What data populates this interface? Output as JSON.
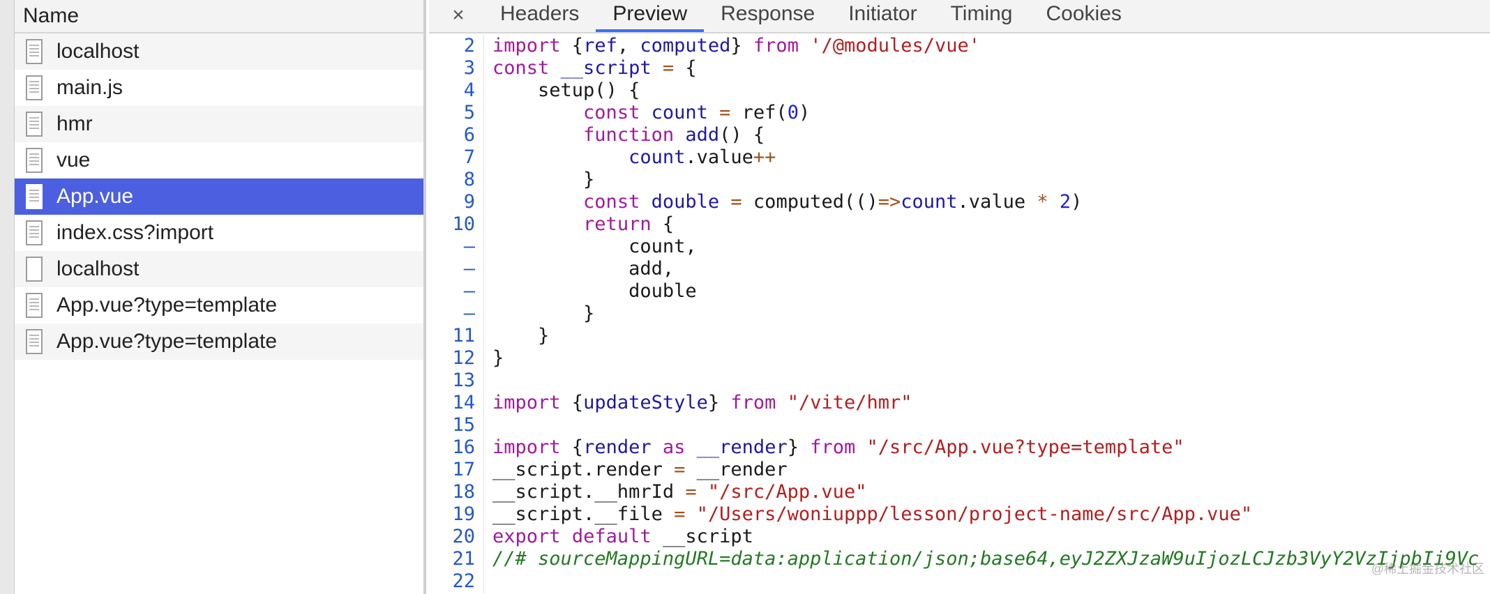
{
  "left_panel": {
    "column_header": "Name",
    "requests": [
      {
        "name": "localhost",
        "icon": "document-icon"
      },
      {
        "name": "main.js",
        "icon": "document-icon"
      },
      {
        "name": "hmr",
        "icon": "document-icon"
      },
      {
        "name": "vue",
        "icon": "document-icon"
      },
      {
        "name": "App.vue",
        "icon": "document-icon",
        "selected": true
      },
      {
        "name": "index.css?import",
        "icon": "document-icon"
      },
      {
        "name": "localhost",
        "icon": "blank-document-icon"
      },
      {
        "name": "App.vue?type=template",
        "icon": "document-icon"
      },
      {
        "name": "App.vue?type=template",
        "icon": "document-icon"
      }
    ]
  },
  "tabs": {
    "close": "×",
    "items": [
      "Headers",
      "Preview",
      "Response",
      "Initiator",
      "Timing",
      "Cookies"
    ],
    "active": "Preview"
  },
  "code": {
    "line_numbers": [
      "2",
      "3",
      "4",
      "5",
      "6",
      "7",
      "8",
      "9",
      "10",
      "–",
      "–",
      "–",
      "–",
      "11",
      "12",
      "13",
      "14",
      "15",
      "16",
      "17",
      "18",
      "19",
      "20",
      "21",
      "22"
    ],
    "lines": [
      [
        [
          "kw",
          "import"
        ],
        [
          "p",
          " {"
        ],
        [
          "id",
          "ref"
        ],
        [
          "p",
          ", "
        ],
        [
          "id",
          "computed"
        ],
        [
          "p",
          "} "
        ],
        [
          "kw",
          "from"
        ],
        [
          "p",
          " "
        ],
        [
          "str",
          "'/@modules/vue'"
        ]
      ],
      [
        [
          "kw",
          "const"
        ],
        [
          "p",
          " "
        ],
        [
          "id",
          "__script"
        ],
        [
          "p",
          " "
        ],
        [
          "op",
          "="
        ],
        [
          "p",
          " {"
        ]
      ],
      [
        [
          "p",
          "    setup() {"
        ]
      ],
      [
        [
          "p",
          "        "
        ],
        [
          "kw",
          "const"
        ],
        [
          "p",
          " "
        ],
        [
          "id",
          "count"
        ],
        [
          "p",
          " "
        ],
        [
          "op",
          "="
        ],
        [
          "p",
          " ref("
        ],
        [
          "num",
          "0"
        ],
        [
          "p",
          ")"
        ]
      ],
      [
        [
          "p",
          "        "
        ],
        [
          "kw",
          "function"
        ],
        [
          "p",
          " "
        ],
        [
          "id",
          "add"
        ],
        [
          "p",
          "() {"
        ]
      ],
      [
        [
          "p",
          "            "
        ],
        [
          "id",
          "count"
        ],
        [
          "p",
          ".value"
        ],
        [
          "op",
          "++"
        ]
      ],
      [
        [
          "p",
          "        }"
        ]
      ],
      [
        [
          "p",
          "        "
        ],
        [
          "kw",
          "const"
        ],
        [
          "p",
          " "
        ],
        [
          "id",
          "double"
        ],
        [
          "p",
          " "
        ],
        [
          "op",
          "="
        ],
        [
          "p",
          " computed(()"
        ],
        [
          "op",
          "=>"
        ],
        [
          "id",
          "count"
        ],
        [
          "p",
          ".value "
        ],
        [
          "op",
          "*"
        ],
        [
          "p",
          " "
        ],
        [
          "num",
          "2"
        ],
        [
          "p",
          ")"
        ]
      ],
      [
        [
          "p",
          "        "
        ],
        [
          "kw",
          "return"
        ],
        [
          "p",
          " {"
        ]
      ],
      [
        [
          "p",
          "            count,"
        ]
      ],
      [
        [
          "p",
          "            add,"
        ]
      ],
      [
        [
          "p",
          "            double"
        ]
      ],
      [
        [
          "p",
          "        }"
        ]
      ],
      [
        [
          "p",
          "    }"
        ]
      ],
      [
        [
          "p",
          "}"
        ]
      ],
      [
        [
          "p",
          ""
        ]
      ],
      [
        [
          "kw",
          "import"
        ],
        [
          "p",
          " {"
        ],
        [
          "id",
          "updateStyle"
        ],
        [
          "p",
          "} "
        ],
        [
          "kw",
          "from"
        ],
        [
          "p",
          " "
        ],
        [
          "str",
          "\"/vite/hmr\""
        ]
      ],
      [
        [
          "p",
          ""
        ]
      ],
      [
        [
          "kw",
          "import"
        ],
        [
          "p",
          " {"
        ],
        [
          "id",
          "render"
        ],
        [
          "p",
          " "
        ],
        [
          "kw",
          "as"
        ],
        [
          "p",
          " "
        ],
        [
          "id",
          "__render"
        ],
        [
          "p",
          "} "
        ],
        [
          "kw",
          "from"
        ],
        [
          "p",
          " "
        ],
        [
          "str",
          "\"/src/App.vue?type=template\""
        ]
      ],
      [
        [
          "p",
          "__script.render "
        ],
        [
          "op",
          "="
        ],
        [
          "p",
          " __render"
        ]
      ],
      [
        [
          "p",
          "__script.__hmrId "
        ],
        [
          "op",
          "="
        ],
        [
          "p",
          " "
        ],
        [
          "str",
          "\"/src/App.vue\""
        ]
      ],
      [
        [
          "p",
          "__script.__file "
        ],
        [
          "op",
          "="
        ],
        [
          "p",
          " "
        ],
        [
          "str",
          "\"/Users/woniuppp/lesson/project-name/src/App.vue\""
        ]
      ],
      [
        [
          "kw",
          "export"
        ],
        [
          "p",
          " "
        ],
        [
          "kw",
          "default"
        ],
        [
          "p",
          " __script"
        ]
      ],
      [
        [
          "cmt",
          "//# sourceMappingURL=data:application/json;base64,eyJ2ZXJzaW9uIjozLCJzb3VyY2VzIjpbIi9Vc"
        ]
      ],
      [
        [
          "p",
          ""
        ]
      ]
    ]
  },
  "watermark": "@稀土掘金技术社区"
}
